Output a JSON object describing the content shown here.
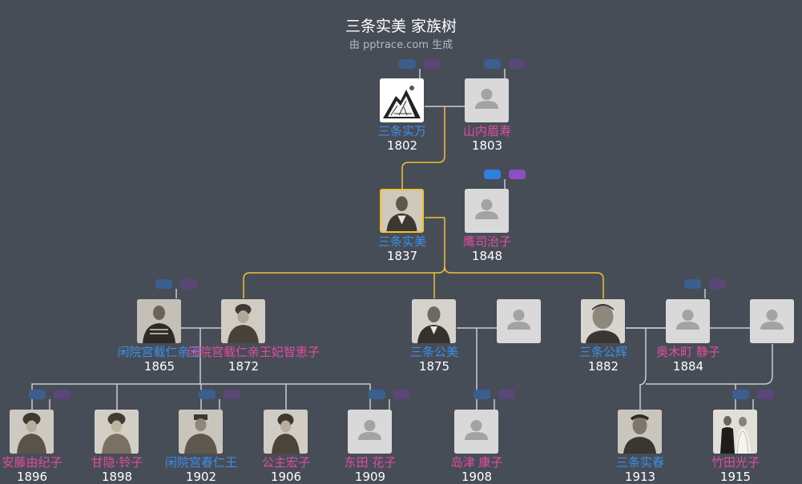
{
  "header": {
    "title": "三条实美 家族树",
    "subtitle": "由 pptrace.com 生成"
  },
  "colors": {
    "background": "#474d57",
    "male": "#3b8fe8",
    "female": "#e44c9c",
    "main_line": "#f2c230",
    "other_line": "#c8ccd2"
  },
  "people": [
    {
      "key": "sanetsumu",
      "name": "三条实万",
      "year": "1802",
      "gender": "m",
      "photo": "mountain-print"
    },
    {
      "key": "mineju",
      "name": "山内眉寿",
      "year": "1803",
      "gender": "f",
      "photo": "placeholder"
    },
    {
      "key": "sanetomi",
      "name": "三条实美",
      "year": "1837",
      "gender": "m",
      "photo": "portrait",
      "highlight": true
    },
    {
      "key": "haruko",
      "name": "鹰司治子",
      "year": "1848",
      "gender": "f",
      "photo": "placeholder"
    },
    {
      "key": "kotohito",
      "name": "闲院宫载仁亲王",
      "year": "1865",
      "gender": "m",
      "photo": "portrait"
    },
    {
      "key": "chieko",
      "name": "闲院宫载仁亲王妃智恵子",
      "year": "1872",
      "gender": "f",
      "photo": "portrait-f"
    },
    {
      "key": "kimiyoshi",
      "name": "三条公美",
      "year": "1875",
      "gender": "m",
      "photo": "portrait"
    },
    {
      "key": "kimiyoshi-spouse",
      "name": "",
      "year": "",
      "gender": "f",
      "photo": "placeholder"
    },
    {
      "key": "kinteru",
      "name": "三条公辉",
      "year": "1882",
      "gender": "m",
      "photo": "portrait"
    },
    {
      "key": "shizuko",
      "name": "奥木町 静子",
      "year": "1884",
      "gender": "f",
      "photo": "placeholder"
    },
    {
      "key": "kinteru-spouse2",
      "name": "",
      "year": "",
      "gender": "f",
      "photo": "placeholder"
    },
    {
      "key": "yukiko",
      "name": "安藤由纪子",
      "year": "1896",
      "gender": "f",
      "photo": "portrait-f"
    },
    {
      "key": "reiko",
      "name": "甘隐·铃子",
      "year": "1898",
      "gender": "f",
      "photo": "portrait-f"
    },
    {
      "key": "haruhito",
      "name": "闲院宫春仁王",
      "year": "1902",
      "gender": "m",
      "photo": "portrait"
    },
    {
      "key": "hiroko",
      "name": "公主宏子",
      "year": "1906",
      "gender": "f",
      "photo": "portrait-f"
    },
    {
      "key": "hanako",
      "name": "东田 花子",
      "year": "1909",
      "gender": "f",
      "photo": "placeholder"
    },
    {
      "key": "yasuko",
      "name": "岛津 康子",
      "year": "1908",
      "gender": "f",
      "photo": "placeholder"
    },
    {
      "key": "saneharu",
      "name": "三条实春",
      "year": "1913",
      "gender": "m",
      "photo": "portrait"
    },
    {
      "key": "mitsuko",
      "name": "竹田光子",
      "year": "1915",
      "gender": "f",
      "photo": "couple"
    }
  ]
}
